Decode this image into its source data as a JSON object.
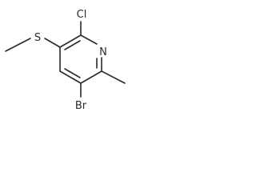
{
  "molecule": {
    "atoms": {
      "chlorine": "Cl",
      "sulfur": "S",
      "nitrogen": "N",
      "bromine": "Br"
    }
  }
}
